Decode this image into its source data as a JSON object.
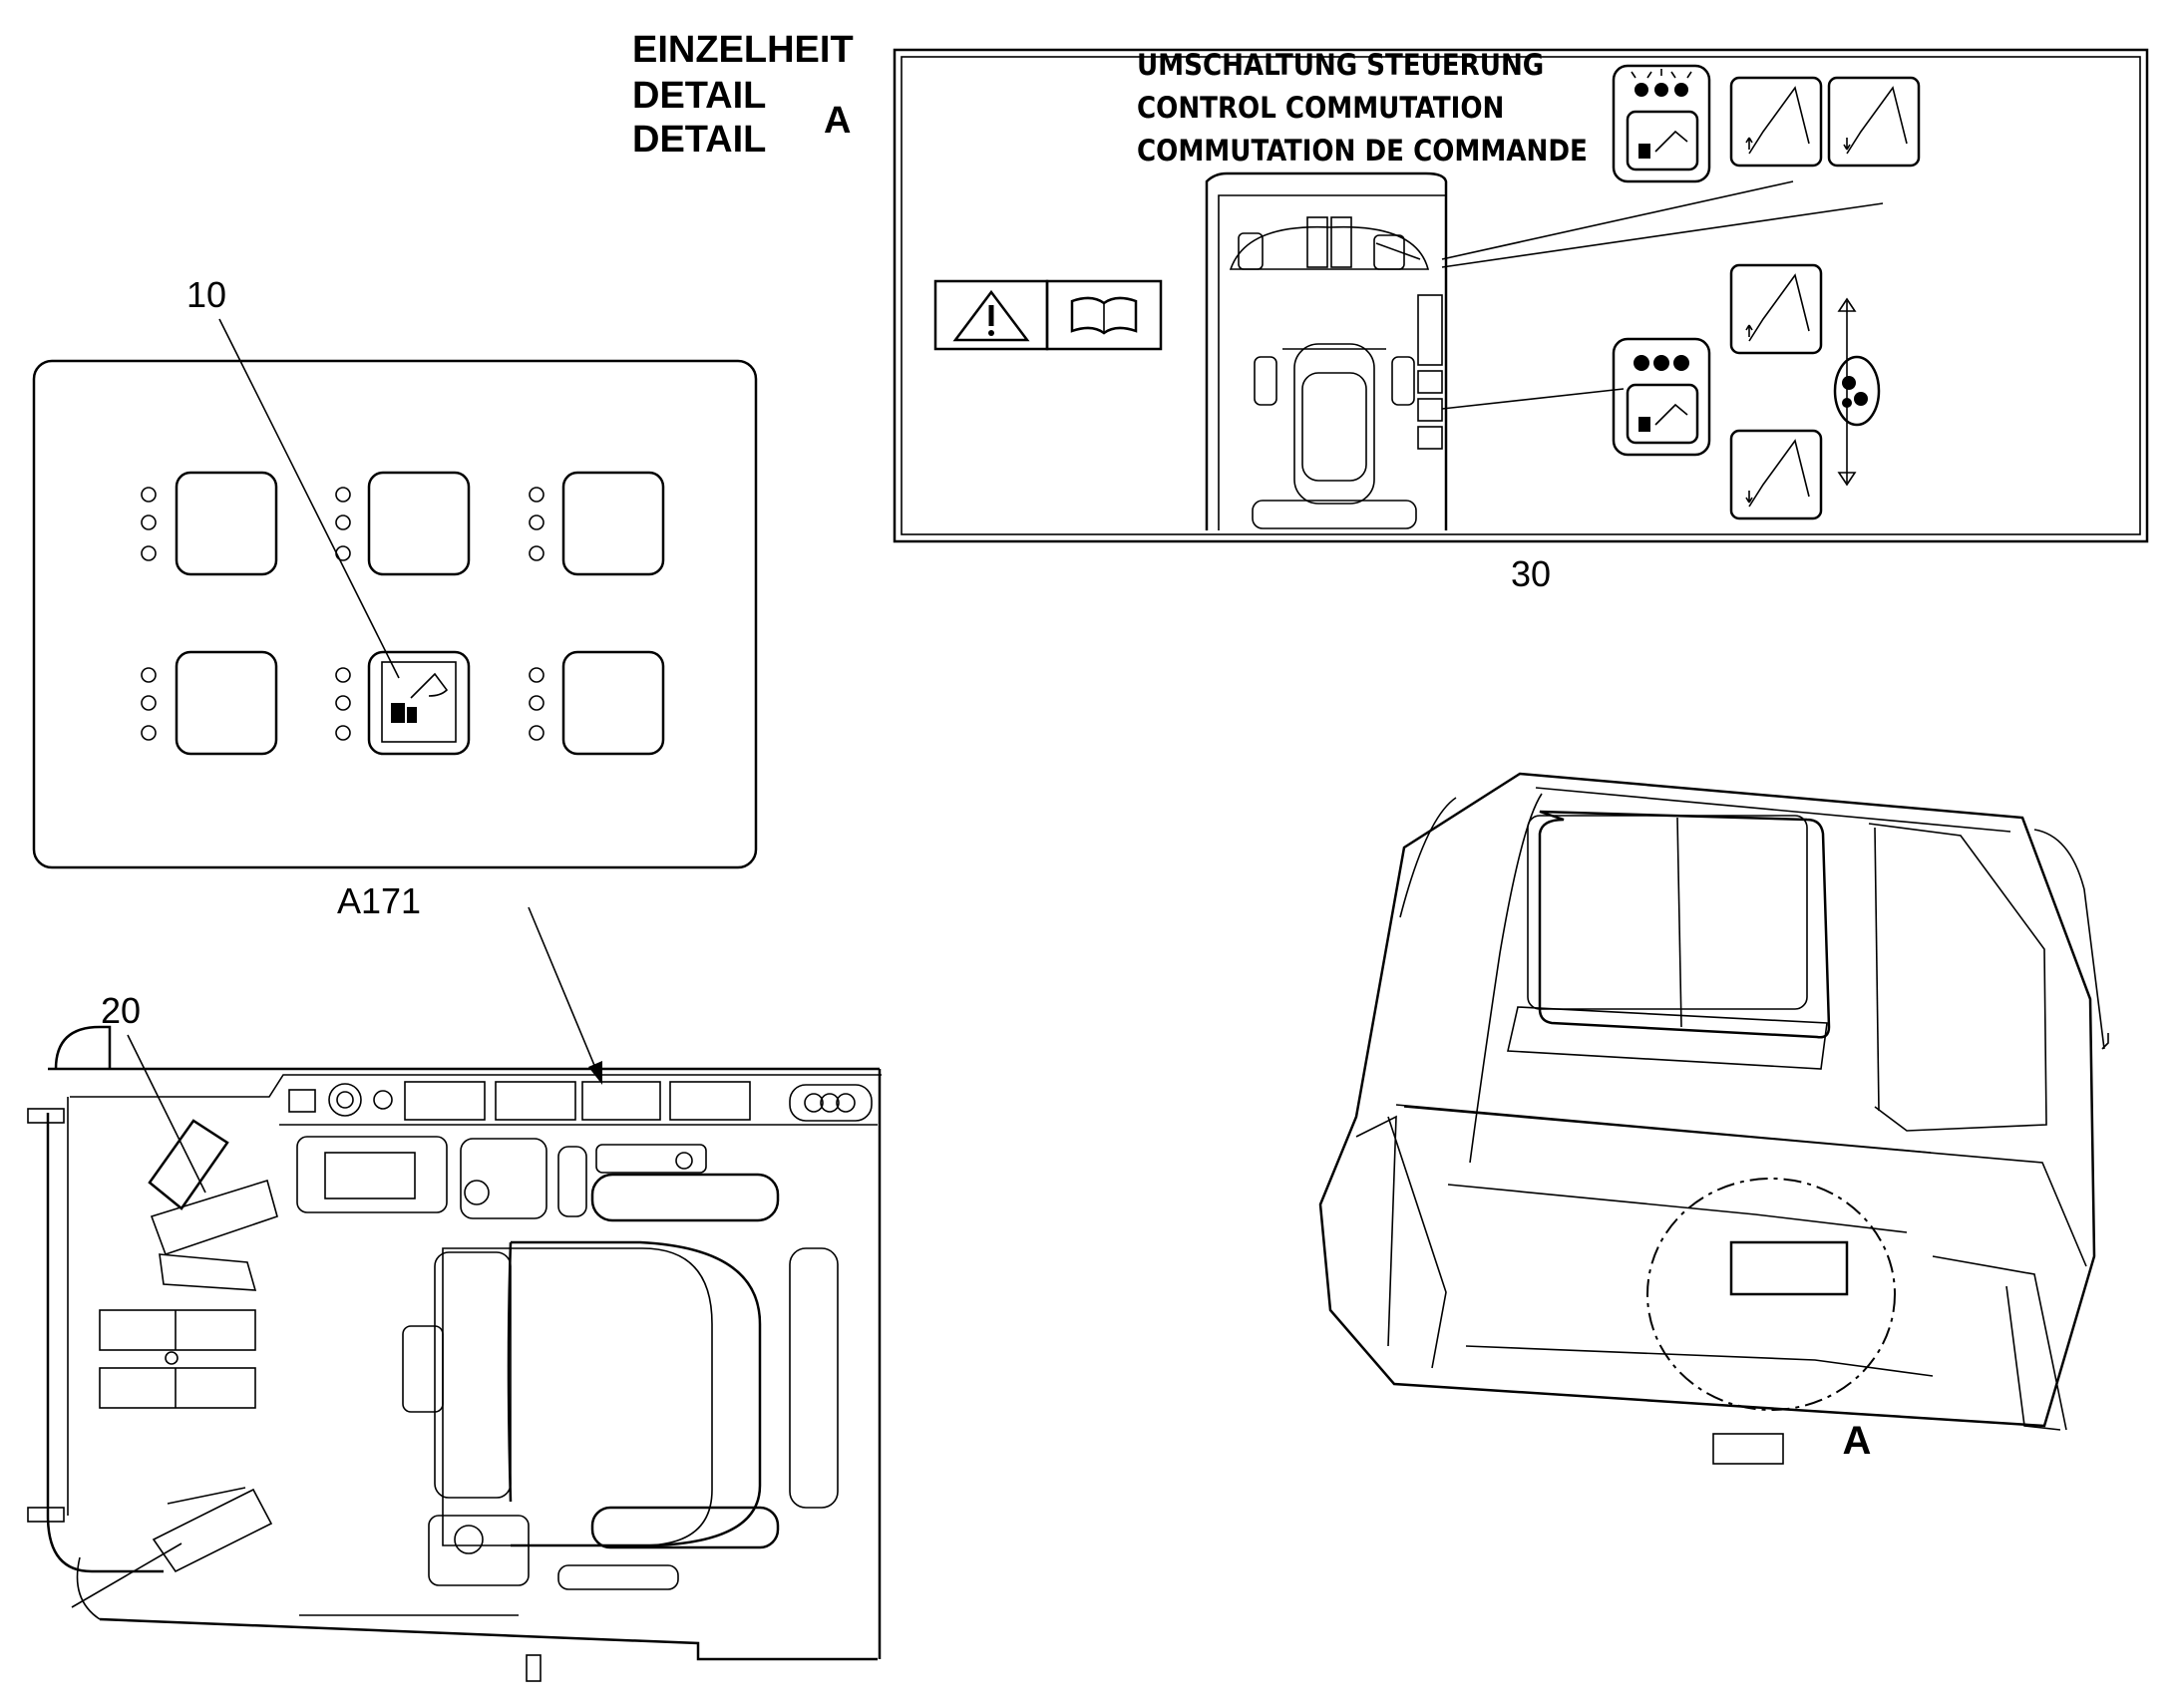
{
  "detail_header": {
    "line1": "EINZELHEIT",
    "line2": "DETAIL",
    "line3": "DETAIL",
    "letter": "A"
  },
  "decal_30": {
    "heading_de": "UMSCHALTUNG STEUERUNG",
    "heading_en": "CONTROL COMMUTATION",
    "heading_fr": "COMMUTATION DE COMMANDE",
    "icons": [
      "warning-triangle-icon",
      "manual-book-icon",
      "indicator-lit-icon",
      "indicator-unlit-icon",
      "excavator-arm-up-icon",
      "excavator-arm-down-icon"
    ]
  },
  "callouts": {
    "item_10": "10",
    "item_20": "20",
    "item_30": "30",
    "panel_label": "A171",
    "cab_detail_letter": "A"
  }
}
